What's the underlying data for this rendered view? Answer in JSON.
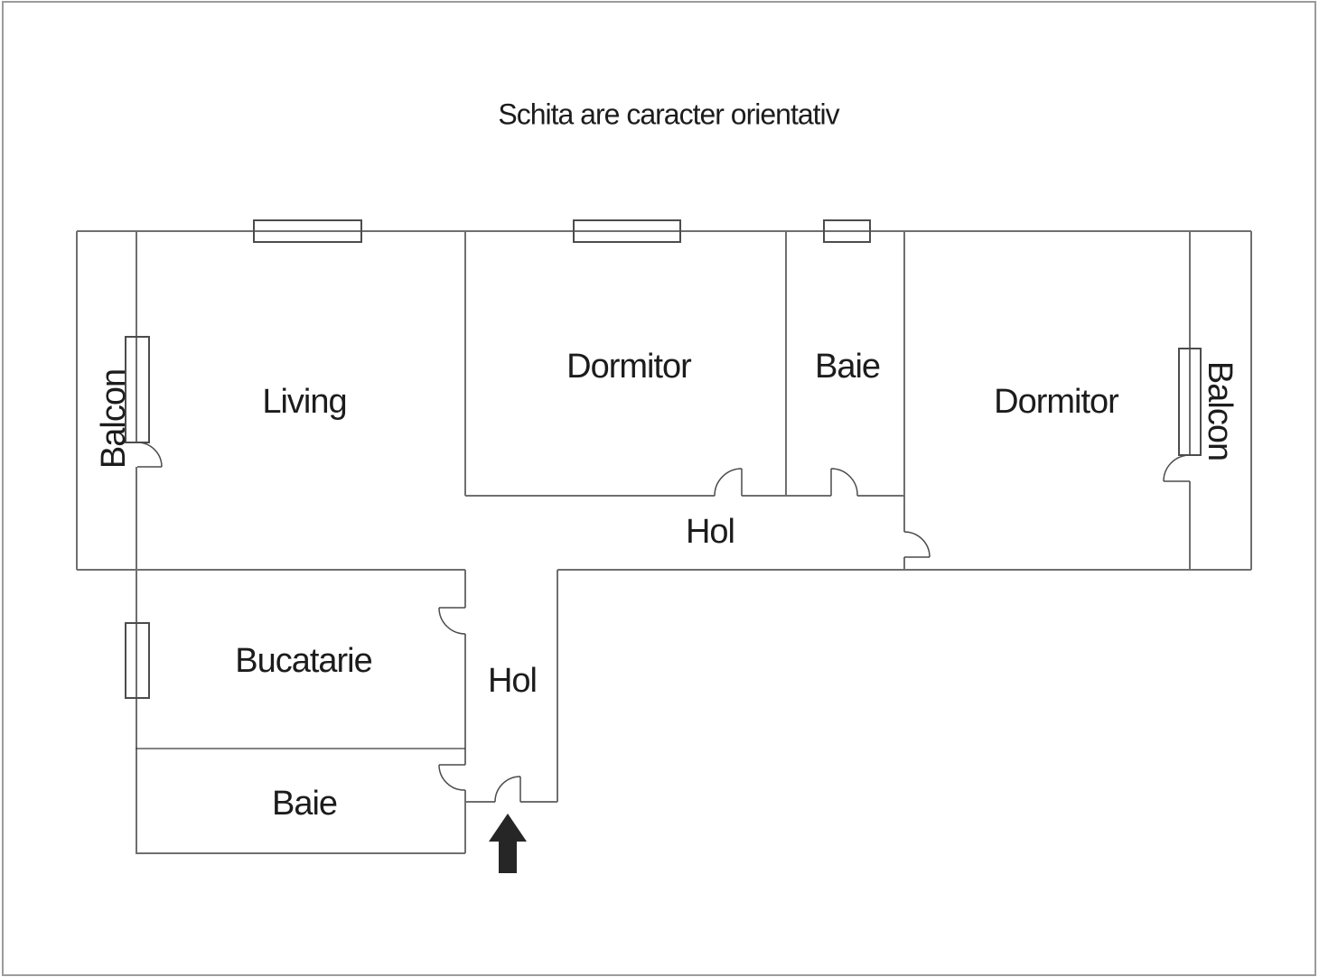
{
  "title": "Schita are caracter orientativ",
  "rooms": {
    "balcon_left": {
      "label": "Balcon"
    },
    "living": {
      "label": "Living"
    },
    "dormitor1": {
      "label": "Dormitor"
    },
    "baie_top": {
      "label": "Baie"
    },
    "dormitor2": {
      "label": "Dormitor"
    },
    "balcon_right": {
      "label": "Balcon"
    },
    "hol_band": {
      "label": "Hol"
    },
    "bucatarie": {
      "label": "Bucatarie"
    },
    "hol_lower": {
      "label": "Hol"
    },
    "baie_lower": {
      "label": "Baie"
    }
  },
  "colors": {
    "wall": "#6f6f6f",
    "thin_wall": "#3a3a3a",
    "opening": "#4c4c4c",
    "page_border": "#9b9b9b",
    "text": "#1c1c1c",
    "arrow": "#262626"
  }
}
